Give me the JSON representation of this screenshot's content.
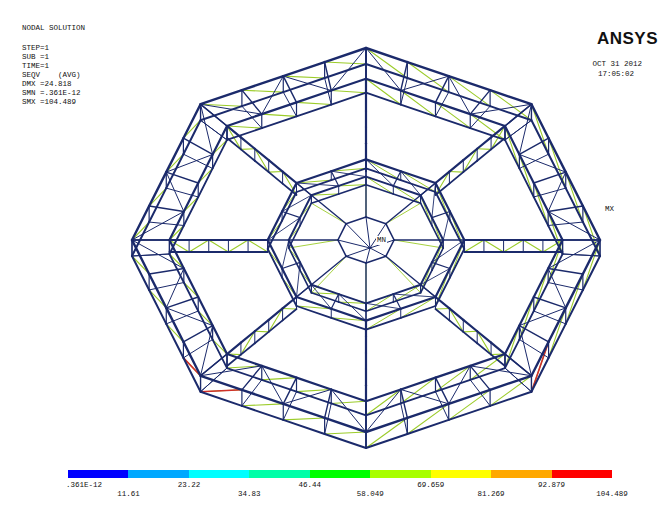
{
  "diagram": {
    "title": "NODAL SOLUTION",
    "labels": [
      "STEP=1",
      "SUB =1",
      "TIME=1",
      "SEQV    (AVG)",
      "DMX =24.818",
      "SMN =.361E-12",
      "SMX =104.489",
      "ANSYS",
      "OCT 31 2012",
      "17:05:02",
      "MX",
      "MN",
      "104.489"
    ],
    "legend": [
      {
        "text": ".361E-12",
        "color": "#0000ff"
      },
      {
        "text": "11.61",
        "color": "#00a8ff"
      },
      {
        "text": "23.22",
        "color": "#00ffff"
      },
      {
        "text": "34.83",
        "color": "#00ffa8"
      },
      {
        "text": "46.44",
        "color": "#00ff00"
      },
      {
        "text": "58.049",
        "color": "#a8ff00"
      },
      {
        "text": "69.659",
        "color": "#ffff00"
      },
      {
        "text": "81.269",
        "color": "#ffa800"
      },
      {
        "text": "92.879",
        "color": "#ff0000"
      }
    ]
  }
}
